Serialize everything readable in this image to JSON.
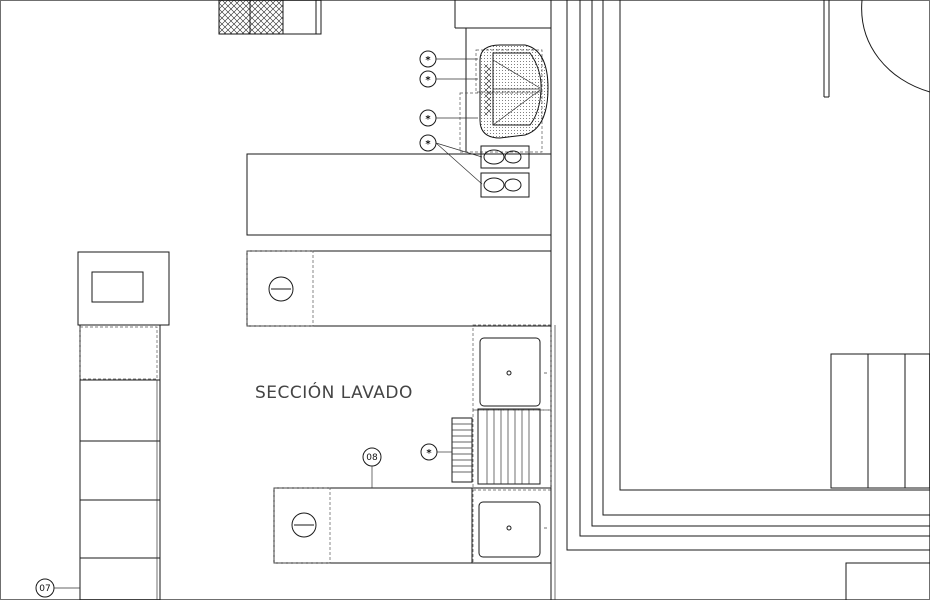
{
  "labels": {
    "section_title": "SECCIÓN LAVADO",
    "tag_07": "07",
    "tag_08": "08",
    "star": "*"
  }
}
